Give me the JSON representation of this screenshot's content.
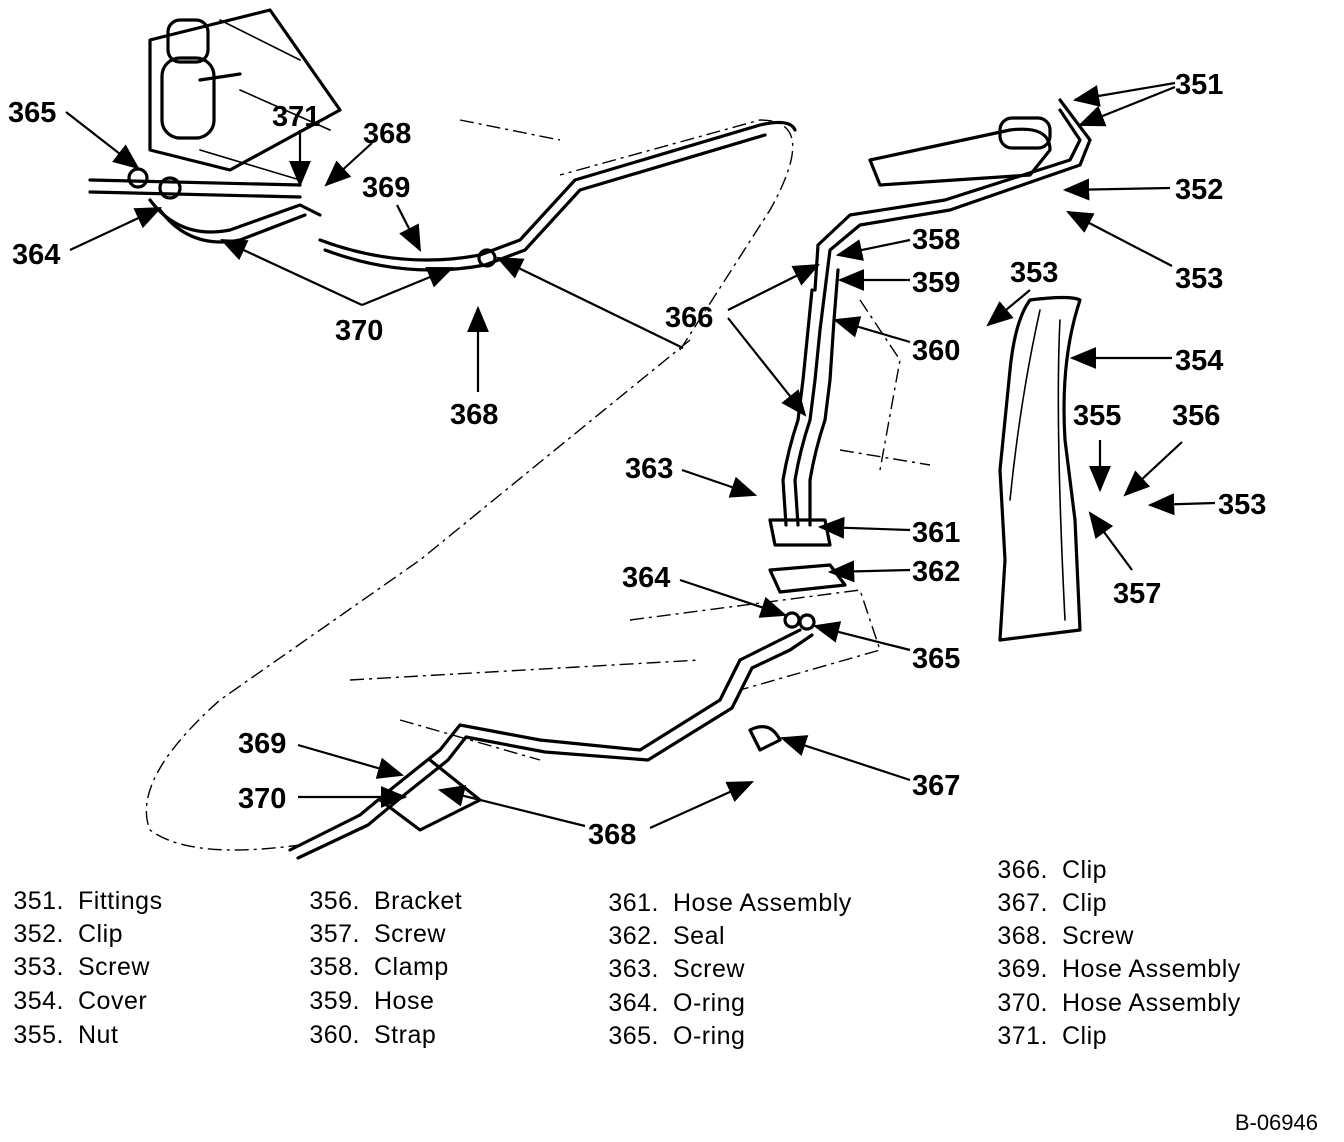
{
  "callouts": [
    "351",
    "352",
    "353",
    "353",
    "354",
    "355",
    "356",
    "353",
    "357",
    "358",
    "359",
    "360",
    "366",
    "363",
    "361",
    "362",
    "364",
    "365",
    "365",
    "371",
    "368",
    "369",
    "364",
    "370",
    "368",
    "369",
    "370",
    "368",
    "367"
  ],
  "legend": {
    "col1": [
      {
        "num": "351.",
        "name": "Fittings"
      },
      {
        "num": "352.",
        "name": "Clip"
      },
      {
        "num": "353.",
        "name": "Screw"
      },
      {
        "num": "354.",
        "name": "Cover"
      },
      {
        "num": "355.",
        "name": "Nut"
      }
    ],
    "col2": [
      {
        "num": "356.",
        "name": "Bracket"
      },
      {
        "num": "357.",
        "name": "Screw"
      },
      {
        "num": "358.",
        "name": "Clamp"
      },
      {
        "num": "359.",
        "name": "Hose"
      },
      {
        "num": "360.",
        "name": "Strap"
      }
    ],
    "col3": [
      {
        "num": "361.",
        "name": "Hose Assembly"
      },
      {
        "num": "362.",
        "name": "Seal"
      },
      {
        "num": "363.",
        "name": "Screw"
      },
      {
        "num": "364.",
        "name": "O-ring"
      },
      {
        "num": "365.",
        "name": "O-ring"
      }
    ],
    "col4": [
      {
        "num": "366.",
        "name": "Clip"
      },
      {
        "num": "367.",
        "name": "Clip"
      },
      {
        "num": "368.",
        "name": "Screw"
      },
      {
        "num": "369.",
        "name": "Hose Assembly"
      },
      {
        "num": "370.",
        "name": "Hose Assembly"
      },
      {
        "num": "371.",
        "name": "Clip"
      }
    ]
  },
  "figure_code": "B-06946"
}
